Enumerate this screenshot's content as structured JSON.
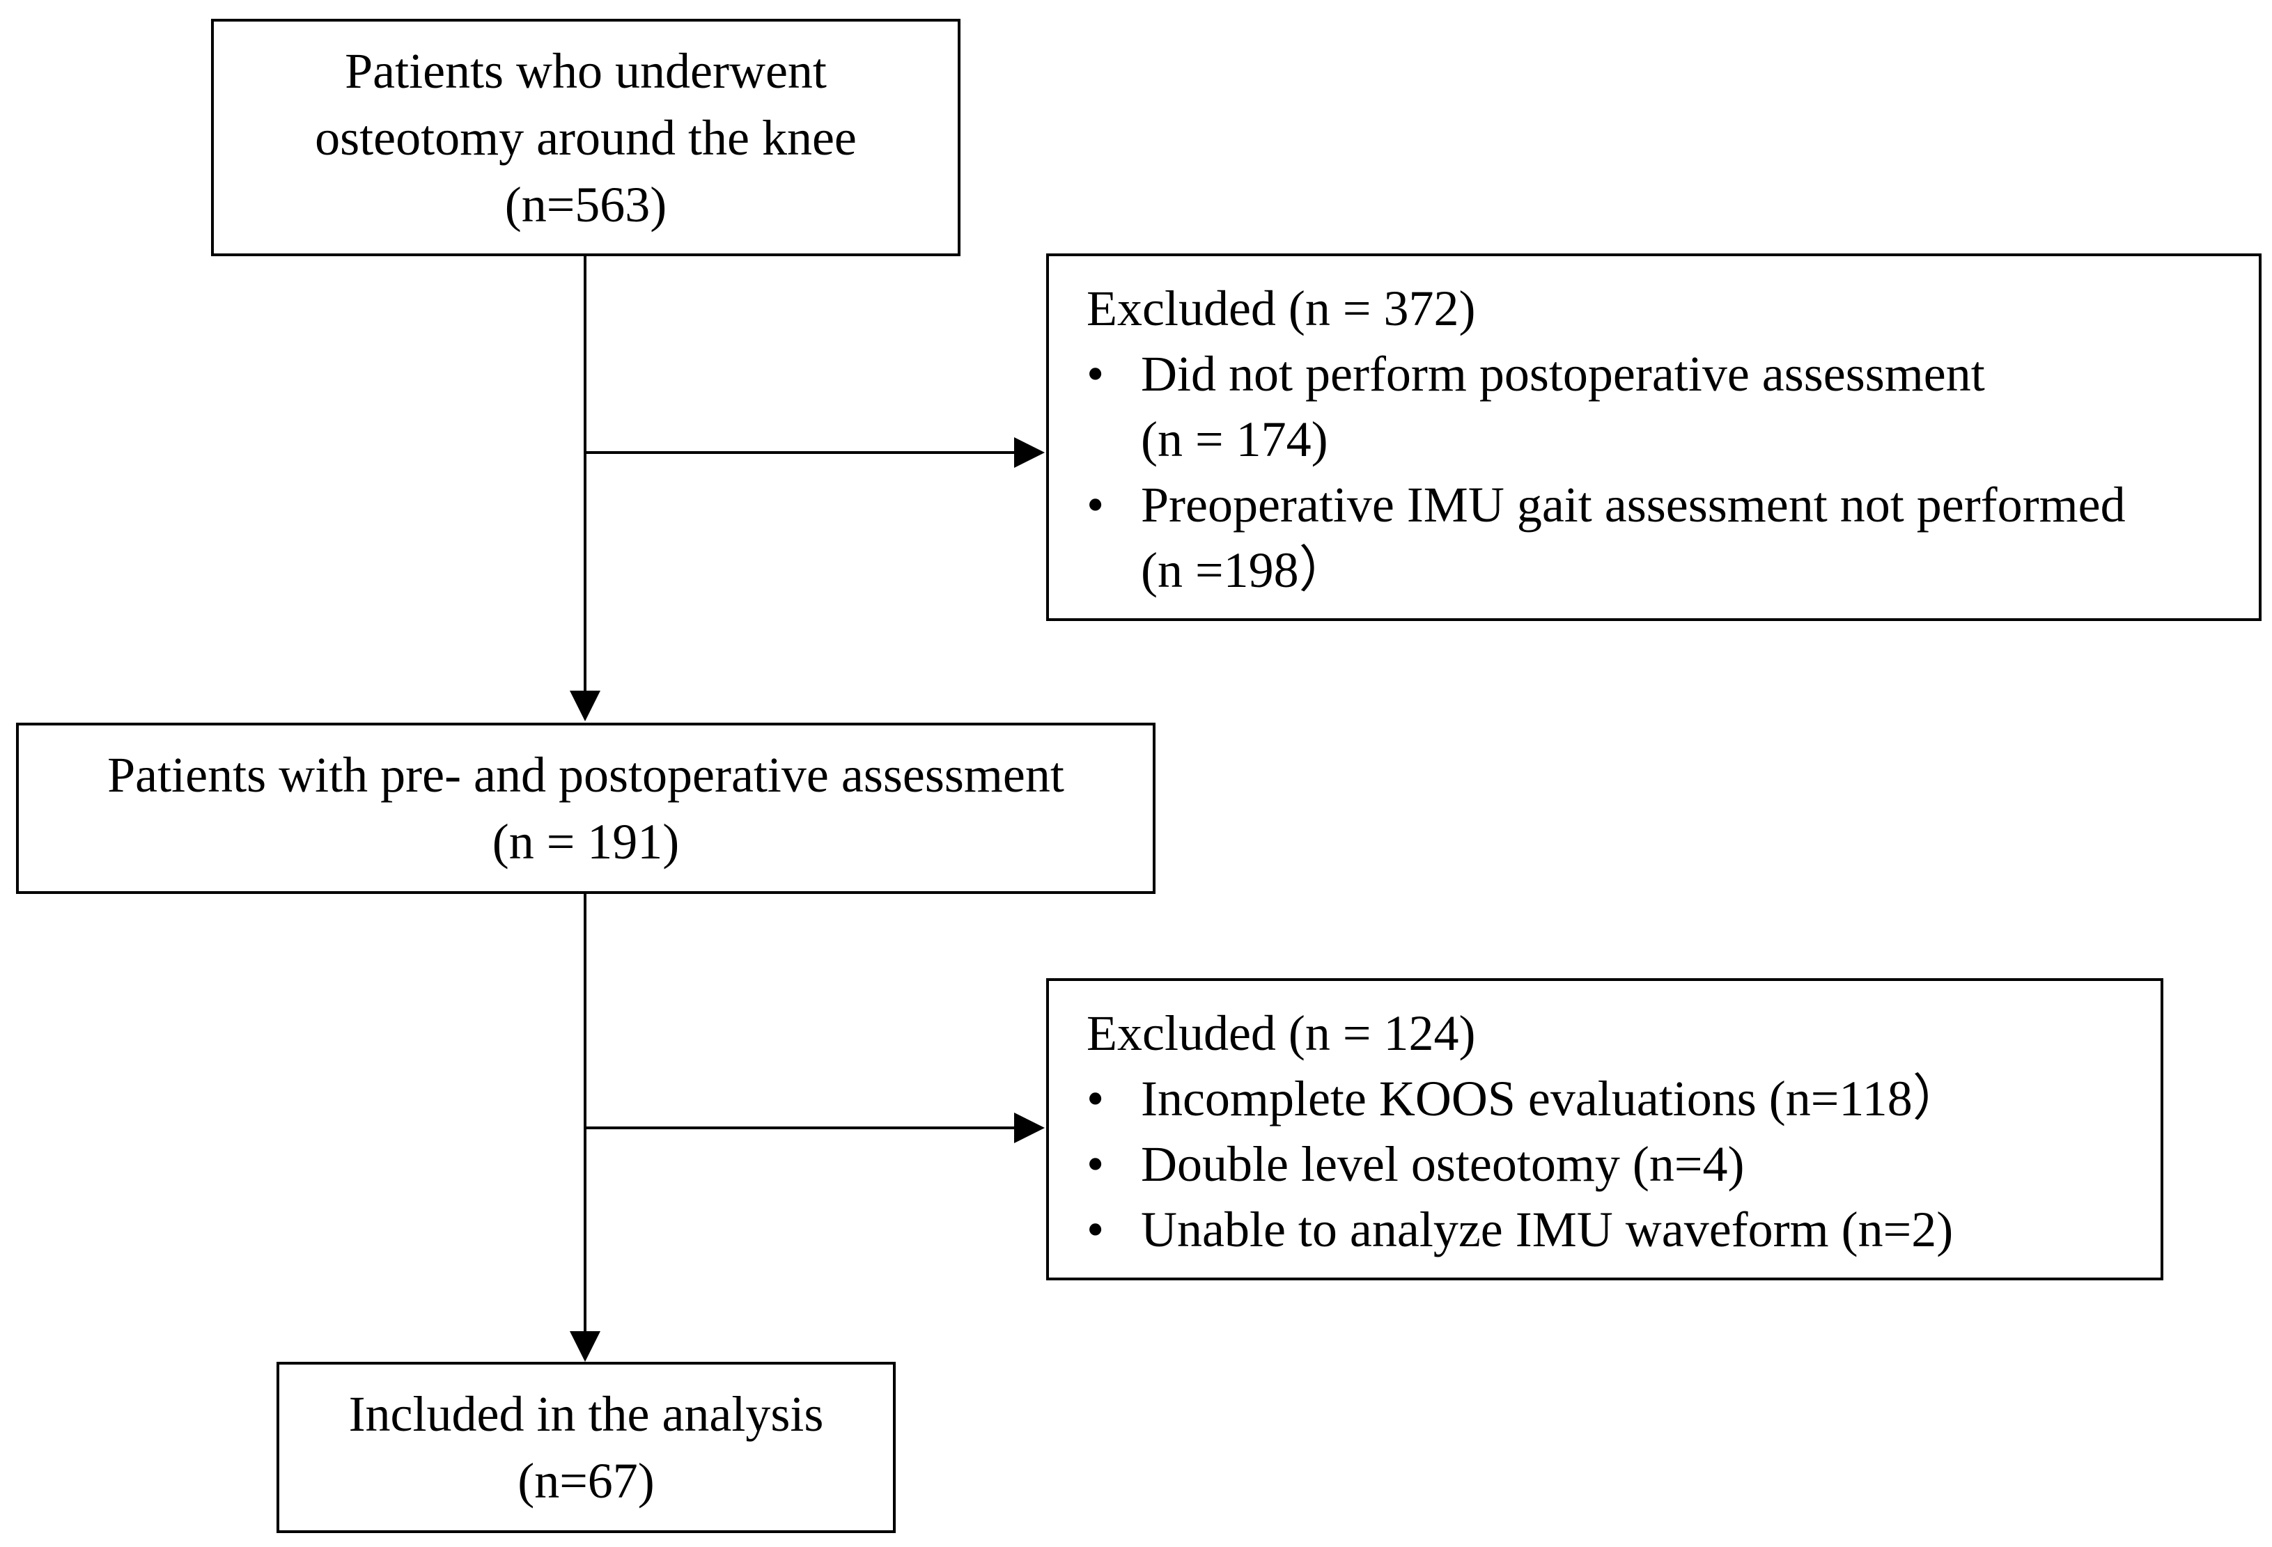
{
  "boxes": {
    "initial": {
      "line1": "Patients who underwent",
      "line2": "osteotomy around the knee",
      "count": "(n=563)"
    },
    "excluded1": {
      "title": "Excluded (n = 372)",
      "items": [
        {
          "text": "Did not perform postoperative assessment",
          "count": "(n = 174)"
        },
        {
          "text": "Preoperative IMU gait assessment not performed",
          "count": "(n =198）"
        }
      ]
    },
    "assessed": {
      "line1": "Patients with pre- and postoperative assessment",
      "count": "(n = 191)"
    },
    "excluded2": {
      "title": "Excluded (n = 124)",
      "items": [
        {
          "text": "Incomplete KOOS evaluations (n=118）"
        },
        {
          "text": "Double level osteotomy (n=4)"
        },
        {
          "text": "Unable to analyze IMU waveform (n=2)"
        }
      ]
    },
    "included": {
      "line1": "Included in the analysis",
      "count": "(n=67)"
    }
  },
  "bullet_symbol": "•"
}
